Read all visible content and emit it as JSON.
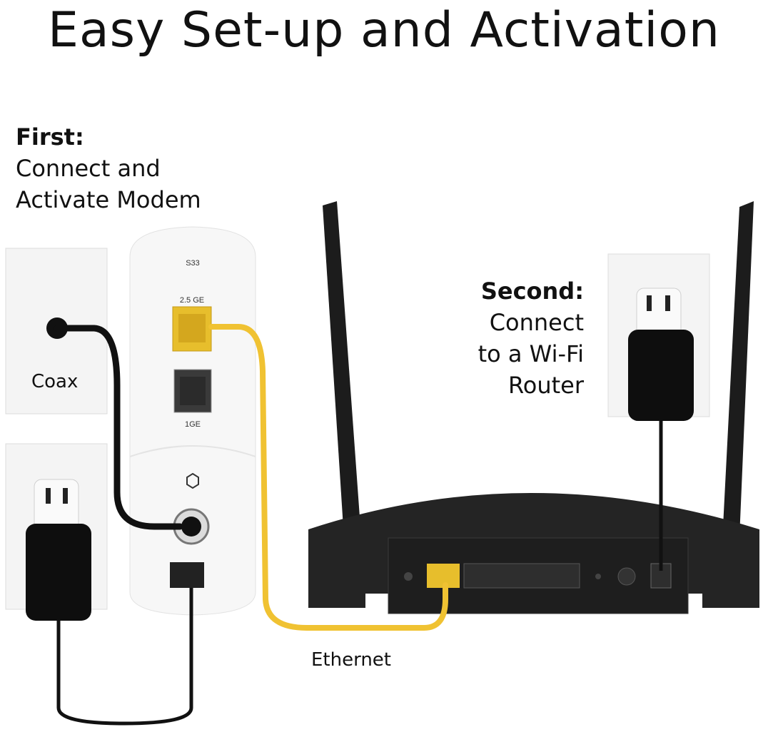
{
  "title": "Easy Set-up and Activation",
  "first": {
    "heading": "First:",
    "line1": "Connect and",
    "line2": "Activate Modem"
  },
  "second": {
    "heading": "Second:",
    "line1": "Connect",
    "line2": "to a Wi-Fi",
    "line3": "Router"
  },
  "labels": {
    "coax": "Coax",
    "ethernet": "Ethernet"
  },
  "modem": {
    "model": "S33",
    "port_top": "2.5 GE",
    "port_bottom": "1GE"
  },
  "colors": {
    "ethernet_cable": "#f0c232",
    "power_cable": "#111111",
    "router": "#1c1c1c"
  }
}
